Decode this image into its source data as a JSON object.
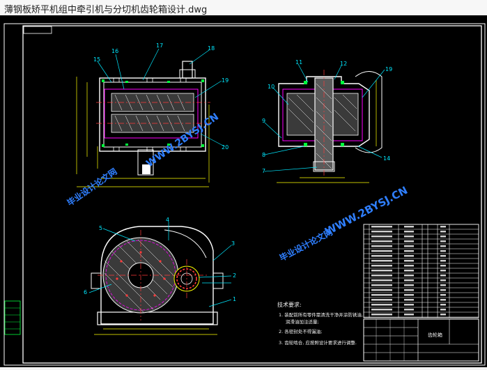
{
  "window": {
    "title": "薄钢板矫平机组中牵引机与分切机齿轮箱设计.dwg"
  },
  "drawing": {
    "part_numbers": {
      "p1": "1",
      "p2": "2",
      "p3": "3",
      "p4": "4",
      "p5": "5",
      "p6": "6",
      "p7": "7",
      "p8": "8",
      "p9": "9",
      "p10": "10",
      "p11": "11",
      "p12": "12",
      "p14": "14",
      "p15": "15",
      "p16": "16",
      "p17": "17",
      "p18": "18",
      "p19": "19",
      "p19b": "19",
      "p20": "20"
    },
    "tech_requirements": {
      "heading": "技术要求:",
      "line1": "1. 装配前所有零件需清洗干净并涂防锈油,",
      "line1b": "润滑油加注适量;",
      "line2": "2. 各密封处不得漏油;",
      "line3": "3. 齿轮啮合, 应按照设计要求进行调整."
    },
    "watermarks": {
      "site": "WWW.2BYSJ.CN",
      "brand": "毕业设计论文网"
    },
    "title_block": {
      "name": "齿轮箱"
    },
    "colors": {
      "background": "#000000",
      "outline": "#ffffff",
      "center_line": "#ff3b3b",
      "dimension": "#ffff00",
      "leader": "#00e8ff",
      "accent": "#ff00ff",
      "section": "#00ff3c",
      "watermark": "#2f7fff"
    }
  }
}
